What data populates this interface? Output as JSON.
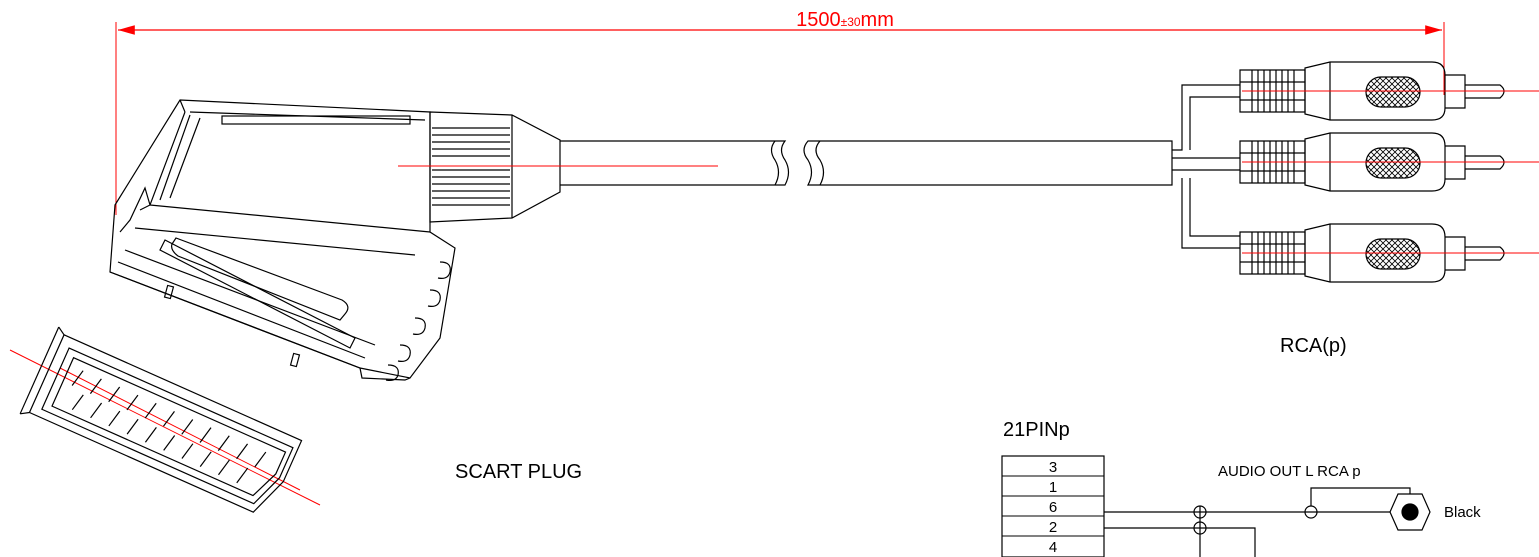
{
  "dimension": {
    "value": "1500",
    "tolerance": "±30",
    "unit": "mm"
  },
  "labels": {
    "scart_plug": "SCART PLUG",
    "rca": "RCA(p)",
    "pin_table_title": "21PINp",
    "audio_out": "AUDIO OUT L RCA p",
    "wire_color": "Black"
  },
  "pin_table": [
    "3",
    "1",
    "6",
    "2",
    "4"
  ],
  "colors": {
    "outline": "#000000",
    "center_line": "#ff0000",
    "background": "#ffffff"
  }
}
